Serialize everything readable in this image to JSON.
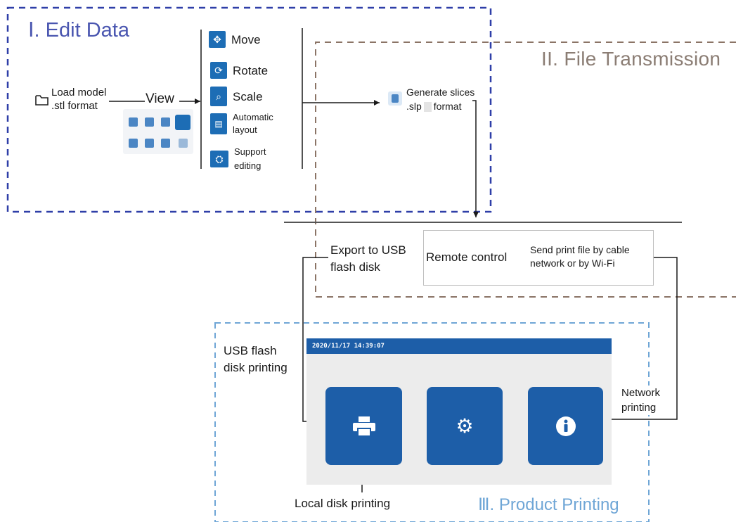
{
  "sections": {
    "edit_data": "Ⅰ. Edit Data",
    "file_transmission": "II. File Transmission",
    "product_printing": "Ⅲ. Product Printing"
  },
  "load_model": {
    "line1": "Load model",
    "line2": ".stl format"
  },
  "view_label": "View",
  "tools": [
    {
      "icon": "move-icon",
      "label": "Move"
    },
    {
      "icon": "rotate-icon",
      "label": "Rotate"
    },
    {
      "icon": "scale-icon",
      "label": "Scale"
    },
    {
      "icon": "automatic-layout-icon",
      "label_line1": "Automatic",
      "label_line2": "layout"
    },
    {
      "icon": "support-editing-icon",
      "label_line1": "Support",
      "label_line2": "editing"
    }
  ],
  "generate_slices": {
    "line1": "Generate slices",
    "line2": ".slp",
    "line2b": "format"
  },
  "export_usb": {
    "line1": "Export to USB",
    "line2": "flash disk"
  },
  "remote_control": "Remote control",
  "send_print_file": {
    "line1": "Send print file by cable",
    "line2": "network or by Wi-Fi"
  },
  "usb_flash_printing": {
    "line1": "USB flash",
    "line2": "disk printing"
  },
  "network_printing": {
    "line1": "Network",
    "line2": "printing"
  },
  "local_disk_printing": "Local disk printing",
  "screen": {
    "status_bar": "2020/11/17  14:39:07"
  },
  "colors": {
    "edit_border": "#2f3fa8",
    "file_border": "#8b7466",
    "product_border": "#6fa6d6",
    "accent_blue": "#1d5ea8"
  }
}
